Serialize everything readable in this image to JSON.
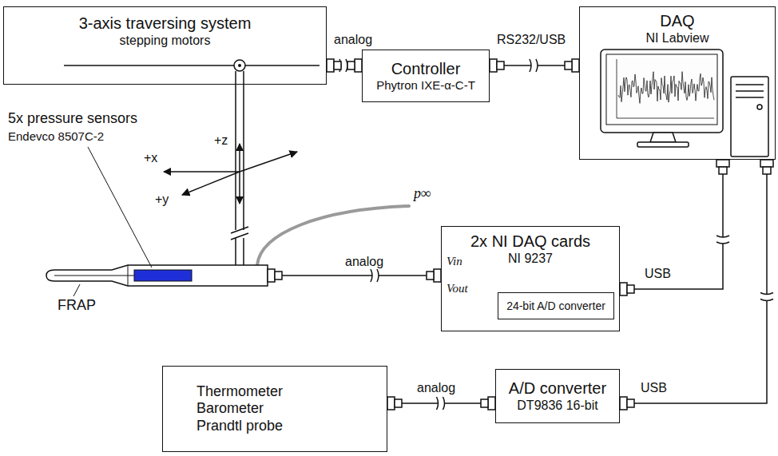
{
  "diagram": {
    "nodes": [
      {
        "text": [
          "3-axis traversing system",
          "stepping motors"
        ]
      },
      {
        "text": [
          "Controller",
          "Phytron IXE-α-C-T"
        ]
      },
      {
        "text": [
          "DAQ",
          "NI Labview"
        ]
      },
      {
        "text": [
          "2x NI DAQ cards",
          "NI 9237"
        ]
      },
      {
        "text": [
          "24-bit A/D converter"
        ],
        "in": 3
      },
      {
        "text": [
          "A/D converter",
          "DT9836 16-bit"
        ]
      },
      {
        "text": [
          "Thermometer",
          "Barometer",
          "Prandtl probe"
        ]
      }
    ],
    "edges": [
      {
        "from": 0,
        "to": 1,
        "label": "analog",
        "arrow": "none"
      },
      {
        "from": 1,
        "to": 2,
        "label": "RS232/USB",
        "arrow": "none"
      },
      {
        "from": 3,
        "to": 2,
        "label": "USB",
        "arrow": "none"
      },
      {
        "from": 5,
        "to": 2,
        "label": "USB",
        "arrow": "none"
      },
      {
        "from": 6,
        "to": 5,
        "label": "analog",
        "arrow": "none"
      }
    ],
    "labels": [
      "+z",
      "p∞",
      "5x pressure sensors",
      "Endevco 8507C-2",
      "+x",
      "+y",
      "analog",
      "Vin",
      "Vout",
      "FRAP"
    ]
  }
}
